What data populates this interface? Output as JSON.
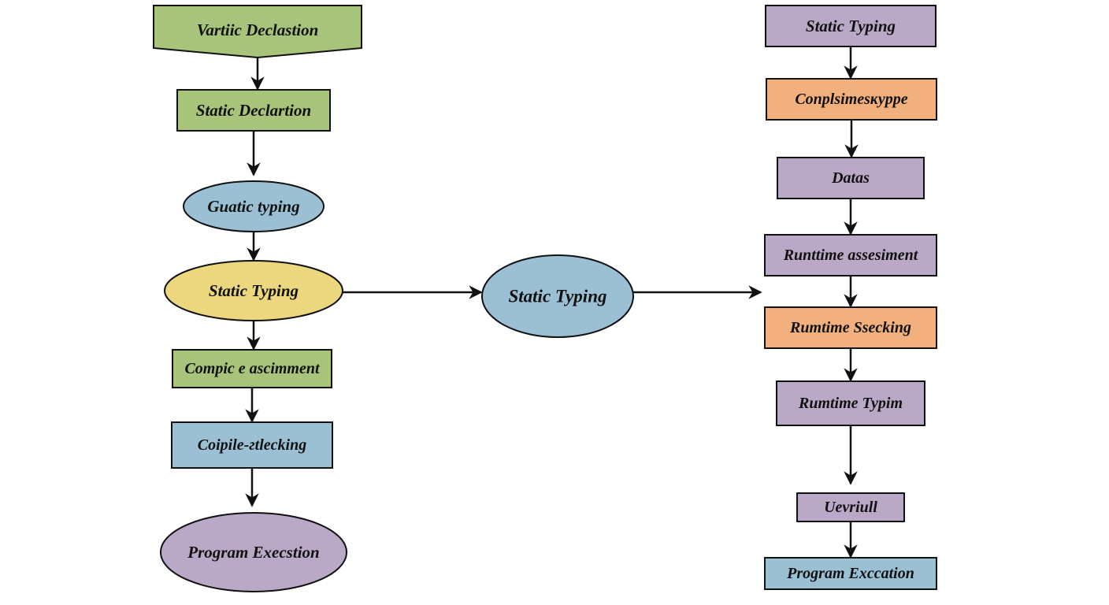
{
  "colors": {
    "green": "#a8c47a",
    "blue": "#9bc0d4",
    "yellow": "#ecd77e",
    "purple": "#b9a9c6",
    "orange": "#f2b07e",
    "stroke": "#111111"
  },
  "left_column": {
    "nodes": [
      {
        "id": "L1",
        "label": "Vartiic Declastion",
        "shape": "pentagon-down",
        "color": "green"
      },
      {
        "id": "L2",
        "label": "Static Declartion",
        "shape": "rect",
        "color": "green"
      },
      {
        "id": "L3",
        "label": "Guatic typing",
        "shape": "ellipse",
        "color": "blue"
      },
      {
        "id": "L4",
        "label": "Static Typing",
        "shape": "ellipse",
        "color": "yellow"
      },
      {
        "id": "L5",
        "label": "Compic e ascimment",
        "shape": "rect",
        "color": "green"
      },
      {
        "id": "L6",
        "label": "Coipile-гtlecking",
        "shape": "rect",
        "color": "blue"
      },
      {
        "id": "L7",
        "label": "Program Execstion",
        "shape": "ellipse",
        "color": "purple"
      }
    ]
  },
  "center_node": {
    "id": "C1",
    "label": "Static Typing",
    "shape": "ellipse",
    "color": "blue"
  },
  "right_column": {
    "nodes": [
      {
        "id": "R1",
        "label": "Static Typing",
        "shape": "rect",
        "color": "purple"
      },
      {
        "id": "R2",
        "label": "Conplsimesĸyppe",
        "shape": "rect",
        "color": "orange"
      },
      {
        "id": "R3",
        "label": "Datas",
        "shape": "rect",
        "color": "purple"
      },
      {
        "id": "R4",
        "label": "Runttime assesiment",
        "shape": "rect",
        "color": "purple"
      },
      {
        "id": "R5",
        "label": "Rumtime Ssecking",
        "shape": "rect",
        "color": "orange"
      },
      {
        "id": "R6",
        "label": "Rumtime Typim",
        "shape": "rect",
        "color": "purple"
      },
      {
        "id": "R7",
        "label": "Uevriull",
        "shape": "rect",
        "color": "purple"
      },
      {
        "id": "R8",
        "label": "Program Exccation",
        "shape": "rect",
        "color": "blue"
      }
    ]
  },
  "edges": [
    {
      "from": "L1",
      "to": "L2"
    },
    {
      "from": "L2",
      "to": "L3"
    },
    {
      "from": "L3",
      "to": "L4"
    },
    {
      "from": "L4",
      "to": "L5"
    },
    {
      "from": "L5",
      "to": "L6"
    },
    {
      "from": "L6",
      "to": "L7"
    },
    {
      "from": "L4",
      "to": "C1"
    },
    {
      "from": "C1",
      "to": "R4"
    },
    {
      "from": "R1",
      "to": "R2"
    },
    {
      "from": "R2",
      "to": "R3"
    },
    {
      "from": "R3",
      "to": "R4"
    },
    {
      "from": "R4",
      "to": "R5"
    },
    {
      "from": "R5",
      "to": "R6"
    },
    {
      "from": "R6",
      "to": "R7"
    },
    {
      "from": "R7",
      "to": "R8"
    }
  ]
}
